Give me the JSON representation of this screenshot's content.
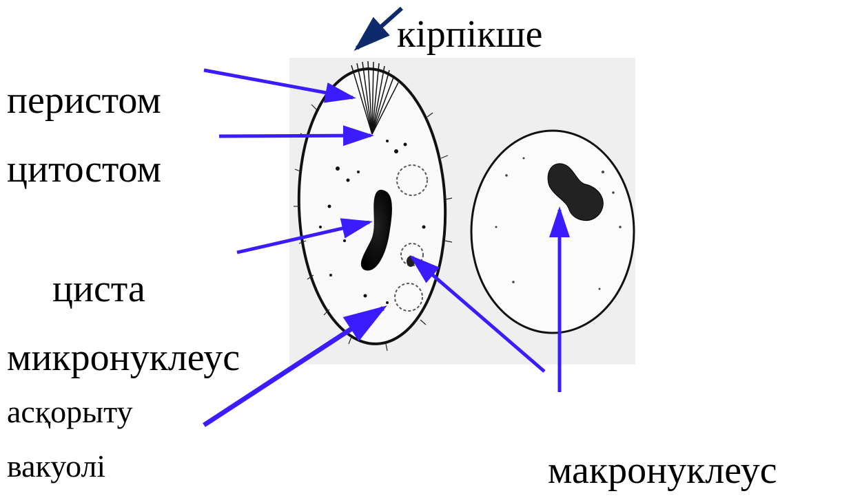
{
  "labels": {
    "cilia": "кірпікше",
    "peristome": "перистом",
    "cytostome": "цитостом",
    "cyst": "циста",
    "micronucleus": "микронуклеус",
    "food_vacuole_line1": "асқорыту",
    "food_vacuole_line2": "вакуолі",
    "macronucleus": "макронуклеус"
  },
  "colors": {
    "arrow": "#3b1cff",
    "arrow_cilia": "#0f2a6b",
    "photo_bg": "#efefef"
  }
}
